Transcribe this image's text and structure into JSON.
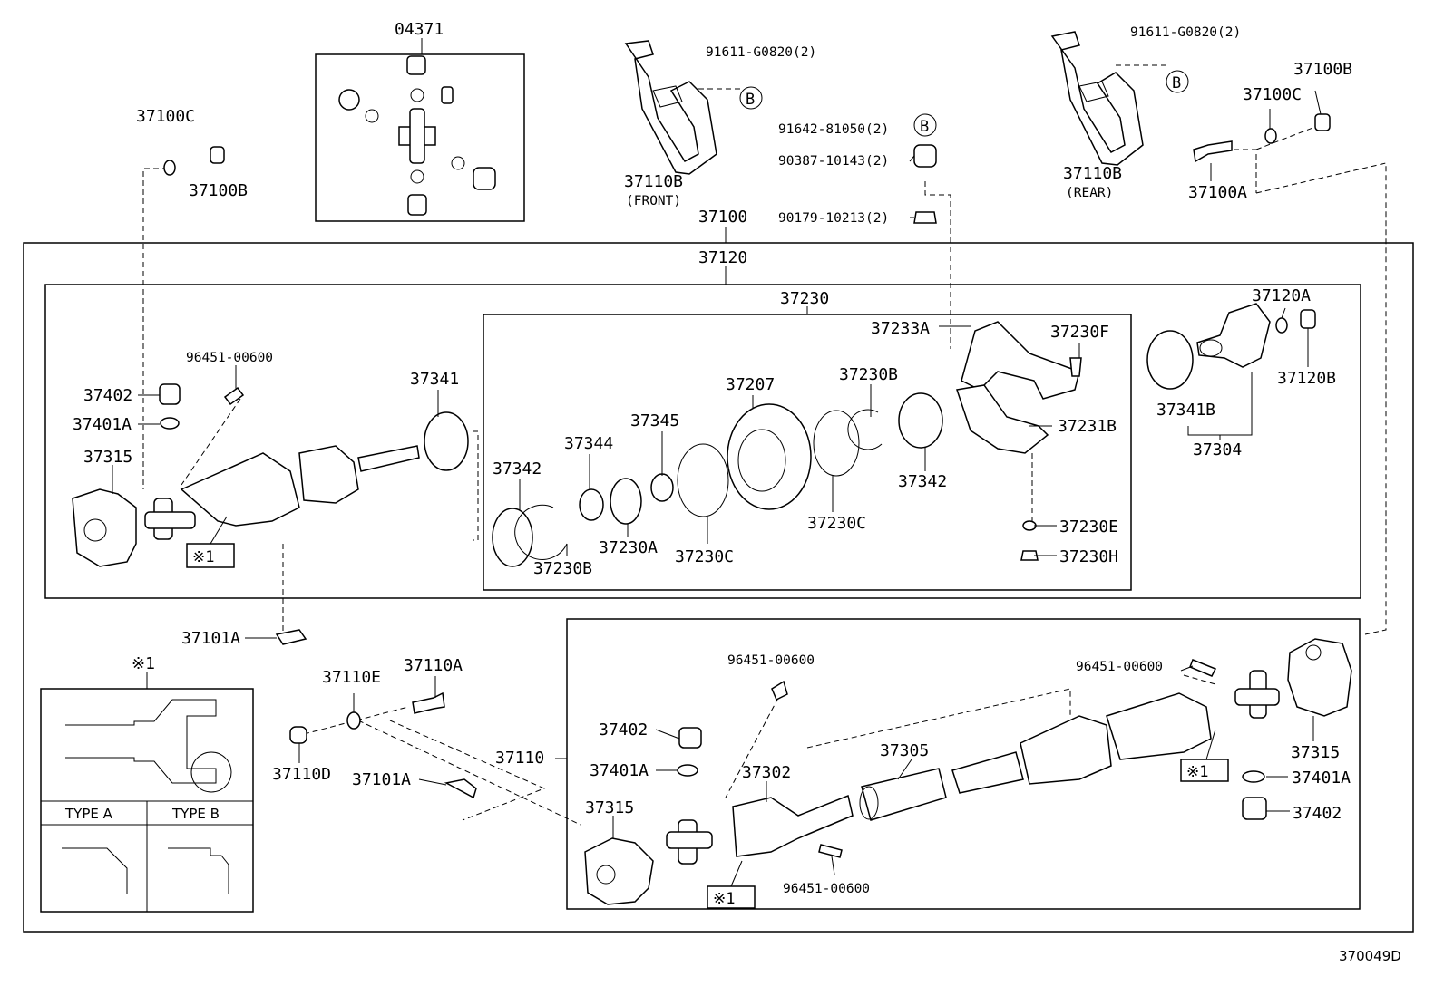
{
  "diagram_id": "370049D",
  "marker_b": "B",
  "note_mark": "※1",
  "type_a_label": "TYPE A",
  "type_b_label": "TYPE B",
  "labels": {
    "p04371": "04371",
    "p91611_front": "91611-G0820(2)",
    "p91611_rear": "91611-G0820(2)",
    "p37110b_front": "37110B",
    "front": "(FRONT)",
    "p37110b_rear": "37110B",
    "rear": "(REAR)",
    "p91642": "91642-81050(2)",
    "p90387": "90387-10143(2)",
    "p90179": "90179-10213(2)",
    "p37100c_left": "37100C",
    "p37100b_left": "37100B",
    "p37100b_right": "37100B",
    "p37100c_right": "37100C",
    "p37100a": "37100A",
    "p37100": "37100",
    "p37120": "37120",
    "p37230": "37230",
    "p37233a": "37233A",
    "p37230f": "37230F",
    "p37120a": "37120A",
    "p37120b": "37120B",
    "p96451_top": "96451-00600",
    "p37341": "37341",
    "p37207": "37207",
    "p37230b_top": "37230B",
    "p37345": "37345",
    "p37344": "37344",
    "p37342_left": "37342",
    "p37342_right": "37342",
    "p37231b": "37231B",
    "p37341b": "37341B",
    "p37304": "37304",
    "p37402_top": "37402",
    "p37401a_top": "37401A",
    "p37315_top": "37315",
    "p37230a": "37230A",
    "p37230c_mid": "37230C",
    "p37230c_right": "37230C",
    "p37230b_bottom": "37230B",
    "p37230e": "37230E",
    "p37230h": "37230H",
    "p37101a_top": "37101A",
    "p37110e": "37110E",
    "p37110a": "37110A",
    "p37110d": "37110D",
    "p37101a_bottom": "37101A",
    "p37110": "37110",
    "p96451_mid": "96451-00600",
    "p96451_right": "96451-00600",
    "p96451_bottom": "96451-00600",
    "p37402_bl": "37402",
    "p37401a_bl": "37401A",
    "p37302": "37302",
    "p37305": "37305",
    "p37315_bl": "37315",
    "p37315_right": "37315",
    "p37401a_right": "37401A",
    "p37402_right": "37402"
  }
}
